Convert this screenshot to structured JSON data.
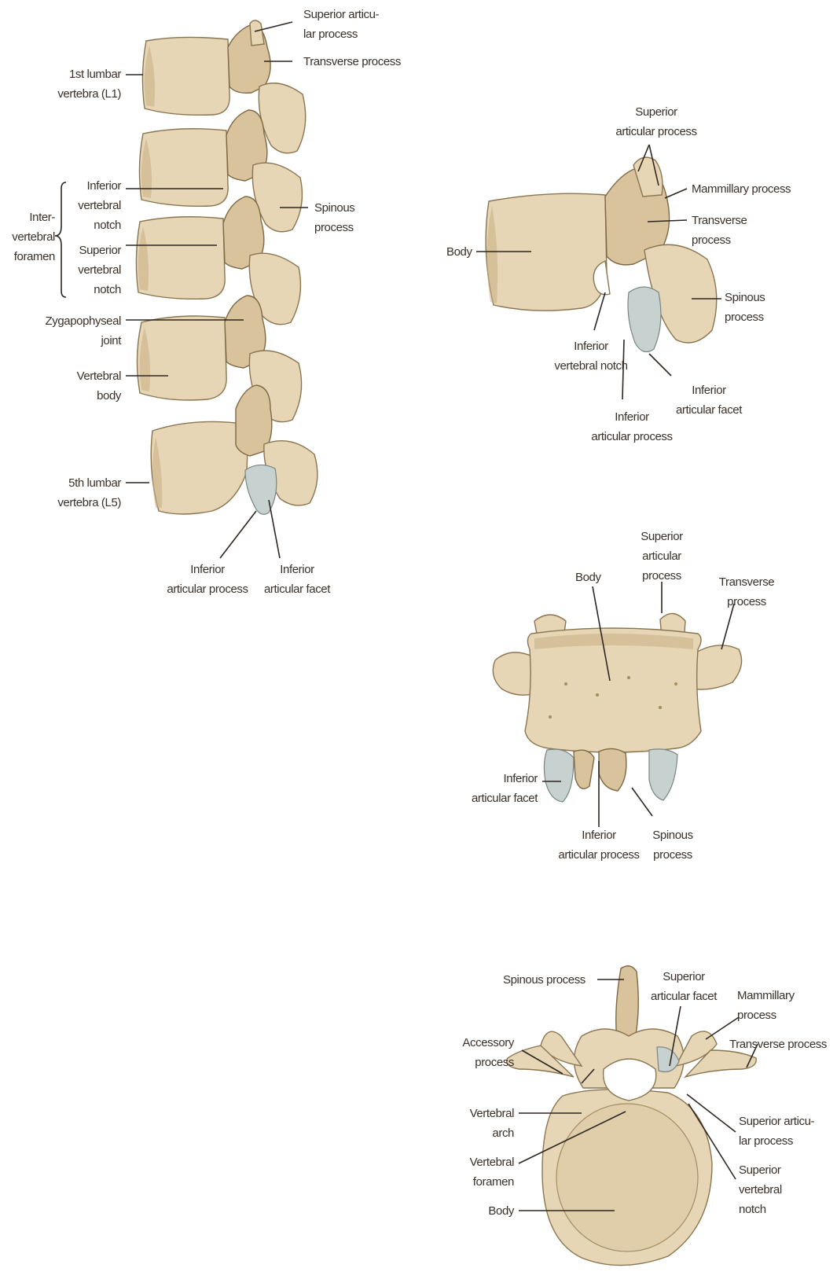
{
  "lateral_column": {
    "superior_articular_process": "Superior articu-\nlar process",
    "transverse_process": "Transverse process",
    "first_lumbar": "1st lumbar\nvertebra (L1)",
    "inferior_vertebral_notch": "Inferior\nvertebral\nnotch",
    "spinous_process": "Spinous\nprocess",
    "intervertebral_foramen": "Inter-\nvertebral\nforamen",
    "superior_vertebral_notch": "Superior\nvertebral\nnotch",
    "zygapophyseal_joint": "Zygapophyseal\njoint",
    "vertebral_body": "Vertebral\nbody",
    "fifth_lumbar": "5th lumbar\nvertebra (L5)",
    "inferior_articular_process": "Inferior\narticular process",
    "inferior_articular_facet": "Inferior\narticular facet"
  },
  "lateral_single": {
    "superior_articular_process": "Superior\narticular process",
    "mammillary_process": "Mammillary process",
    "transverse_process": "Transverse\nprocess",
    "body": "Body",
    "spinous_process": "Spinous\nprocess",
    "inferior_vertebral_notch": "Inferior\nvertebral notch",
    "inferior_articular_facet": "Inferior\narticular facet",
    "inferior_articular_process": "Inferior\narticular process"
  },
  "anterior_view": {
    "superior_articular_process": "Superior\narticular\nprocess",
    "body": "Body",
    "transverse_process": "Transverse\nprocess",
    "inferior_articular_facet": "Inferior\narticular facet",
    "inferior_articular_process": "Inferior\narticular process",
    "spinous_process": "Spinous\nprocess"
  },
  "superior_view": {
    "spinous_process": "Spinous process",
    "superior_articular_facet": "Superior\narticular facet",
    "mammillary_process": "Mammillary\nprocess",
    "accessory_process": "Accessory\nprocess",
    "transverse_process": "Transverse process",
    "vertebral_arch": "Vertebral\narch",
    "superior_articular_process": "Superior articu-\nlar process",
    "vertebral_foramen": "Vertebral\nforamen",
    "superior_vertebral_notch": "Superior\nvertebral\nnotch",
    "body": "Body"
  },
  "colors": {
    "bone": "#e6d6b6",
    "facet": "#c7d2d0",
    "leader": "#2e2620",
    "text": "#3a3028"
  }
}
